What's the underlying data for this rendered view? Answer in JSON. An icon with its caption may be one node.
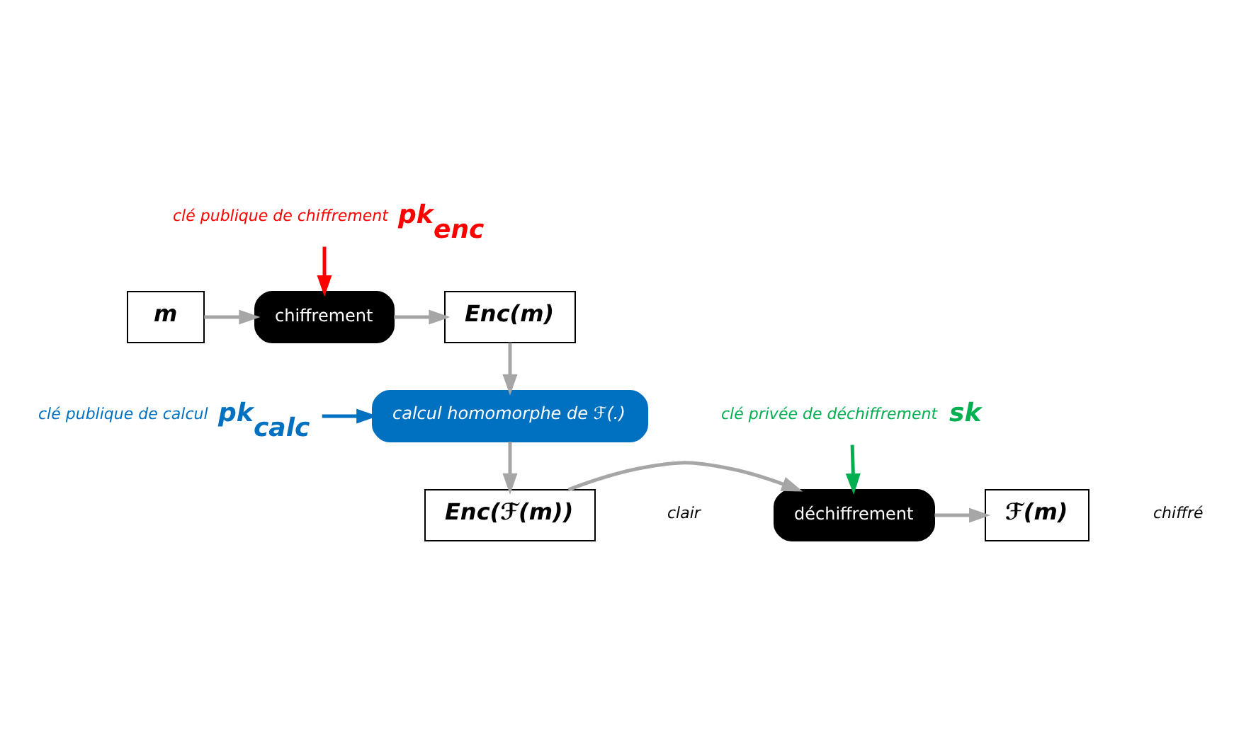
{
  "diagram": {
    "nodes": [
      {
        "text": [
          "m"
        ]
      },
      {
        "text": [
          "chiffrement"
        ]
      },
      {
        "text": [
          "Enc(m)"
        ]
      },
      {
        "text": [
          "calcul homomorphe de ℱ(.)"
        ]
      },
      {
        "text": [
          "Enc(ℱ(m))"
        ]
      },
      {
        "text": [
          "déchiffrement"
        ]
      },
      {
        "text": [
          "ℱ(m)"
        ]
      },
      {
        "text": [
          "pk$_{enc}$"
        ],
        "beside": [
          "clé publique de chiffrement"
        ]
      },
      {
        "text": [
          "pk$_{calc}$"
        ],
        "beside": [
          "clé publique de calcul"
        ]
      },
      {
        "text": [
          "sk"
        ],
        "beside": [
          "clé privée de déchiffrement"
        ]
      }
    ],
    "edges": [
      {
        "from": 0,
        "to": 1,
        "arrow": "to"
      },
      {
        "from": 1,
        "to": 2,
        "arrow": "to"
      },
      {
        "from": 2,
        "to": 3,
        "arrow": "to"
      },
      {
        "from": 3,
        "to": 4,
        "arrow": "to"
      },
      {
        "from": 4,
        "to": 5,
        "arrow": "to"
      },
      {
        "from": 5,
        "to": 6,
        "arrow": "to"
      },
      {
        "from": 7,
        "to": 1,
        "arrow": "to",
        "color": "#ff0000"
      },
      {
        "from": 8,
        "to": 3,
        "arrow": "to",
        "color": "#0070c0"
      },
      {
        "from": 9,
        "to": 5,
        "arrow": "to",
        "color": "#00b050"
      }
    ],
    "labels": [
      "clair",
      "chiffré"
    ]
  }
}
